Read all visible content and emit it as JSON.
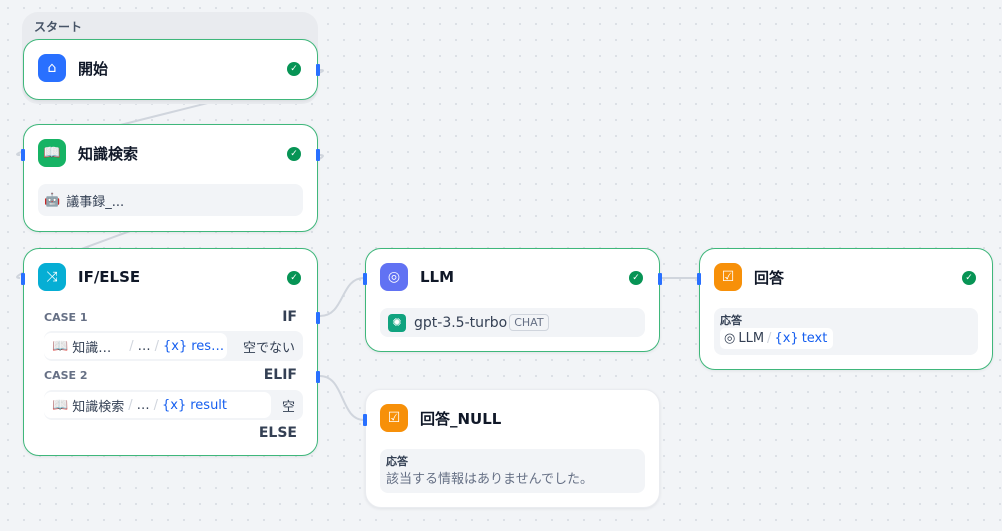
{
  "group": {
    "label": "スタート"
  },
  "start": {
    "title": "開始"
  },
  "knowledge": {
    "title": "知識検索",
    "dataset": "議事録_..."
  },
  "ifelse": {
    "title": "IF/ELSE",
    "cases": [
      {
        "label": "CASE 1",
        "branch": "IF",
        "source": "知識…",
        "ellipsis": "…",
        "variable": "res…",
        "operator": "空でない"
      },
      {
        "label": "CASE 2",
        "branch": "ELIF",
        "source": "知識検索",
        "ellipsis": "…",
        "variable": "result",
        "operator": "空"
      }
    ],
    "else_label": "ELSE"
  },
  "llm": {
    "title": "LLM",
    "model": "gpt-3.5-turbo",
    "mode": "CHAT"
  },
  "answer": {
    "title": "回答",
    "field_label": "応答",
    "source": "LLM",
    "variable": "text"
  },
  "answer_null": {
    "title": "回答_NULL",
    "field_label": "応答",
    "text": "該当する情報はありませんでした。"
  },
  "colors": {
    "success": "#079455",
    "accent": "#2970ff",
    "border": "#3fb77b"
  }
}
